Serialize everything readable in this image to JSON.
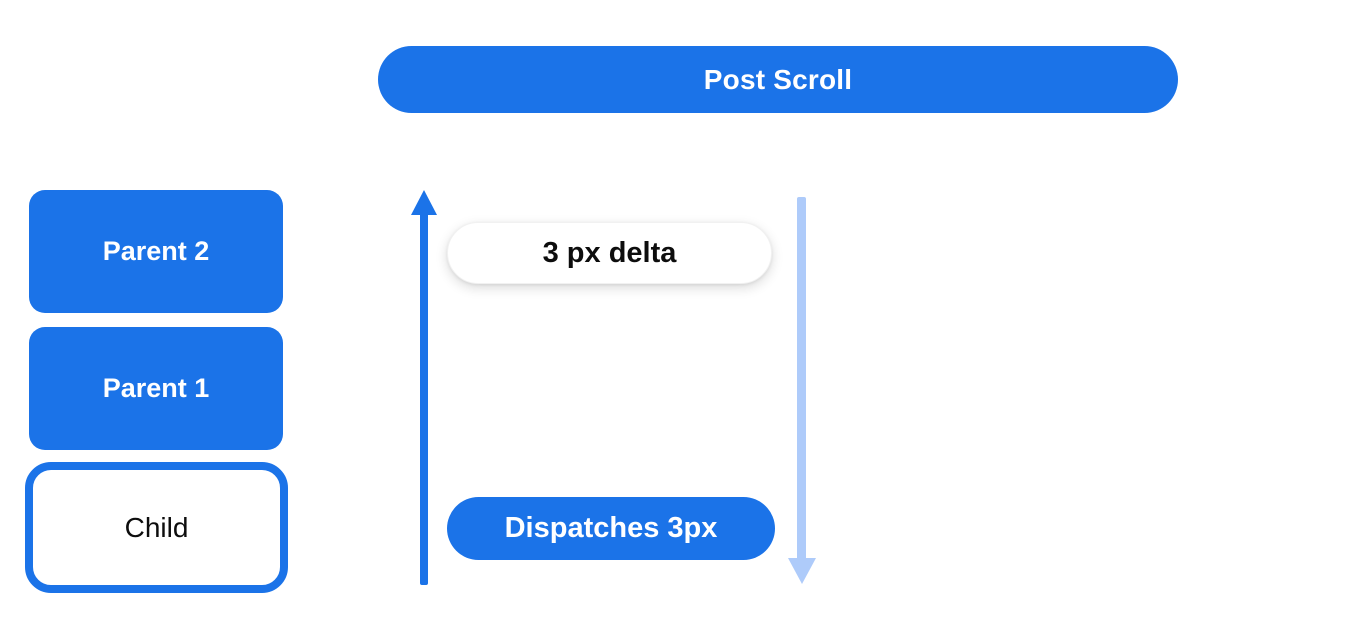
{
  "header": {
    "label": "Post Scroll"
  },
  "hierarchy": {
    "parent2_label": "Parent 2",
    "parent1_label": "Parent 1",
    "child_label": "Child"
  },
  "flow": {
    "delta_label": "3 px delta",
    "dispatch_label": "Dispatches 3px",
    "up_arrow_icon": "arrow-up",
    "down_arrow_icon": "arrow-down"
  },
  "colors": {
    "primary_blue": "#1b73e8",
    "light_blue": "#aecbfa",
    "surface_white": "#ffffff",
    "text_dark": "#0d0d0d"
  }
}
